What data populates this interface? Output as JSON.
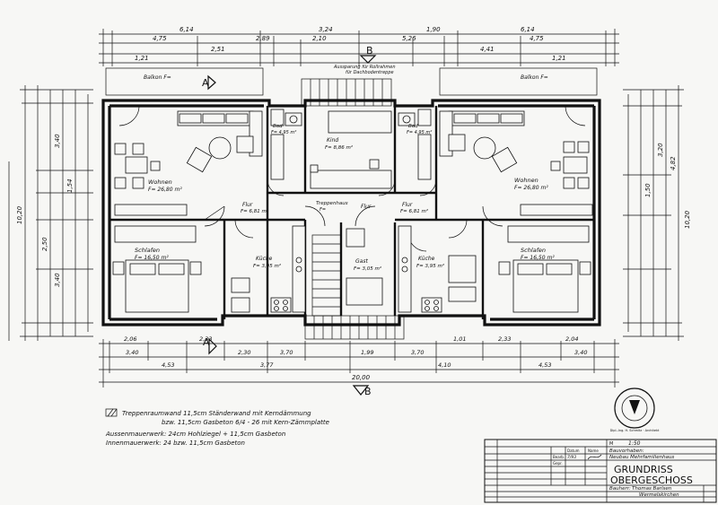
{
  "drawing": {
    "title_line1": "GRUNDRISS",
    "title_line2": "OBERGESCHOSS",
    "scale": "1:50",
    "project_label": "Bauvorhaben:",
    "project_value": "Neubau Mehrfamilienhaus",
    "owner_label": "Bauherr:",
    "owner_value": "Thomas Barlsen",
    "location": "Wermelskirchen",
    "stamp_text": "Dipl.-Ing. H. Schmitz · Architekt",
    "date_value": "7/93",
    "table_headers": [
      "Datum",
      "Name"
    ],
    "table_rows": [
      "Bearb.",
      "Gepr."
    ]
  },
  "notes": {
    "line1": "Treppenraumwand 11,5cm Ständerwand mit Kerndämmung",
    "line2": "bzw. 11,5cm Gasbeton 6/4 - 26 mit Kern-Zämmplatte",
    "line3": "Aussenmauerwerk: 24cm Hohlziegel + 11,5cm Gasbeton",
    "line4": "Innenmauerwerk: 24 bzw. 11,5cm Gasbeton"
  },
  "labels": {
    "section_a": "A",
    "section_b": "B",
    "balcony_left": "Balkon F=",
    "balcony_right": "Balkon F=",
    "stair_top_note1": "Aussparung für Rollrahmen",
    "stair_top_note2": "für Dachbodentreppe",
    "floor_label": "Flur",
    "total_width": "20,00"
  },
  "rooms": {
    "wohnen_left": {
      "name": "Wohnen",
      "area": "F= 26,80 m²"
    },
    "wohnen_right": {
      "name": "Wohnen",
      "area": "F= 26,80 m²"
    },
    "schlafen_left": {
      "name": "Schlafen",
      "area": "F= 16,50 m²"
    },
    "schlafen_right": {
      "name": "Schlafen",
      "area": "F= 16,50 m²"
    },
    "kueche_left": {
      "name": "Küche",
      "area": "F= 3,95 m²"
    },
    "kueche_right": {
      "name": "Küche",
      "area": "F= 3,95 m²"
    },
    "bad_left": {
      "name": "Bad",
      "area": "F= 4,95 m²"
    },
    "bad_right": {
      "name": "Bad",
      "area": "F= 4,95 m²"
    },
    "flur_left": {
      "name": "Flur",
      "area": "F= 6,81 m²"
    },
    "flur_right": {
      "name": "Flur",
      "area": "F= 6,81 m²"
    },
    "kind": {
      "name": "Kind",
      "area": "F= 8,86 m²"
    },
    "treppenhaus": {
      "name": "Treppenhaus",
      "area": "F="
    },
    "gast": {
      "name": "Gast",
      "area": "F= 3,05 m²"
    }
  },
  "dims": {
    "top_left_total": "6,14",
    "top_mid1": "3,24",
    "top_mid2": "1,90",
    "top_right_total": "6,14",
    "top_row2_a": "4,75",
    "top_row2_b": "2,89",
    "top_row2_c": "2,10",
    "top_row2_d": "5,26",
    "top_row2_e": "4,75",
    "top_row3_a": "1,21",
    "top_row3_b": "2,51",
    "top_row3_c": "4,41",
    "top_row3_d": "1,21",
    "bot_row1_a": "2,06",
    "bot_row1_b": "2,33",
    "bot_row1_c": "1,01",
    "bot_row1_d": "2,33",
    "bot_row1_e": "2,04",
    "bot_row2_a": "3,40",
    "bot_row2_b": "2,30",
    "bot_row2_c": "3,70",
    "bot_row2_d": "1,99",
    "bot_row2_e": "3,70",
    "bot_row2_f": "3,40",
    "bot_row3_a": "4,53",
    "bot_row3_b": "3,77",
    "bot_row3_c": "4,10",
    "bot_row3_d": "4,53",
    "left_total": "10,20",
    "left_a": "3,40",
    "left_b": "3,40",
    "left_c": "1,54",
    "left_d": "2,50",
    "right_total": "10,20",
    "right_a": "3,20",
    "right_b": "4,82",
    "right_c": "1,50"
  }
}
